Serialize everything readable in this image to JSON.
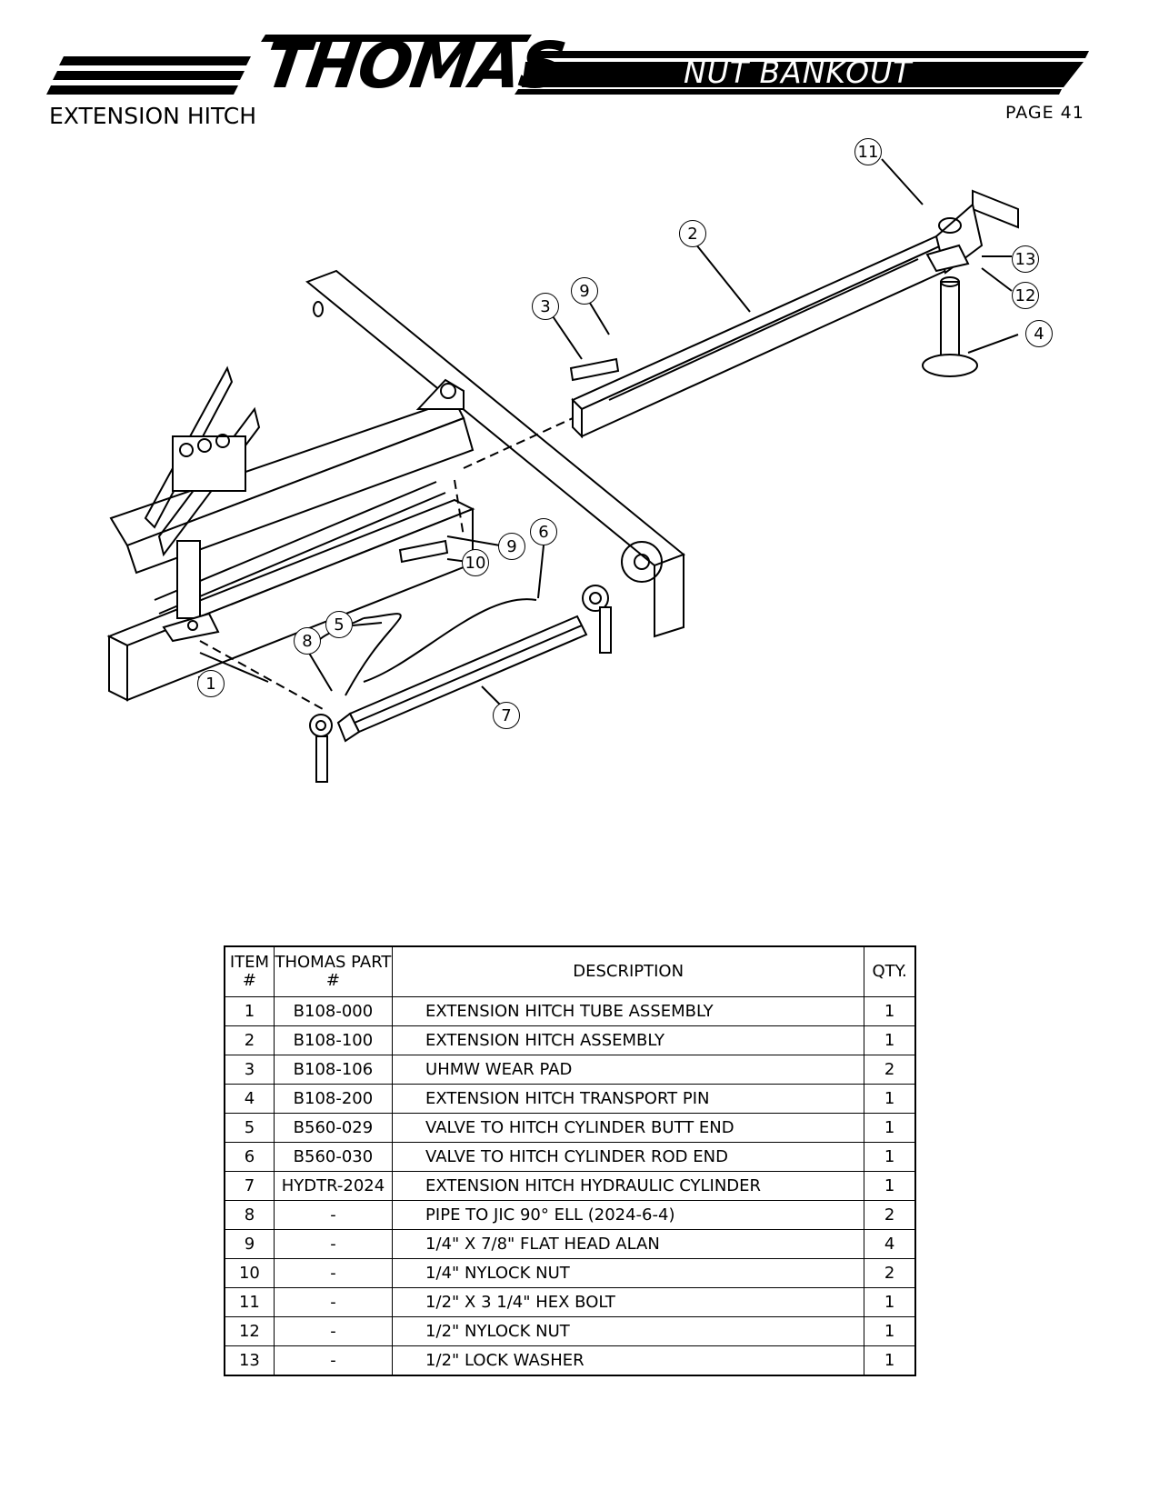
{
  "header": {
    "brand": "THOMAS",
    "subtitle": "NUT BANKOUT",
    "section_title": "EXTENSION HITCH",
    "page": "PAGE 41"
  },
  "callouts": [
    "1",
    "2",
    "3",
    "4",
    "5",
    "6",
    "7",
    "8",
    "9",
    "9",
    "10",
    "11",
    "12",
    "13"
  ],
  "parts_table": {
    "headers": {
      "item": "ITEM #",
      "part": "THOMAS PART #",
      "description": "DESCRIPTION",
      "qty": "QTY."
    },
    "rows": [
      {
        "item": "1",
        "part": "B108-000",
        "description": "EXTENSION HITCH TUBE ASSEMBLY",
        "qty": "1"
      },
      {
        "item": "2",
        "part": "B108-100",
        "description": "EXTENSION HITCH ASSEMBLY",
        "qty": "1"
      },
      {
        "item": "3",
        "part": "B108-106",
        "description": "UHMW WEAR PAD",
        "qty": "2"
      },
      {
        "item": "4",
        "part": "B108-200",
        "description": "EXTENSION HITCH TRANSPORT PIN",
        "qty": "1"
      },
      {
        "item": "5",
        "part": "B560-029",
        "description": "VALVE TO HITCH CYLINDER BUTT END",
        "qty": "1"
      },
      {
        "item": "6",
        "part": "B560-030",
        "description": "VALVE TO HITCH CYLINDER ROD END",
        "qty": "1"
      },
      {
        "item": "7",
        "part": "HYDTR-2024",
        "description": "EXTENSION HITCH HYDRAULIC CYLINDER",
        "qty": "1"
      },
      {
        "item": "8",
        "part": "-",
        "description": "PIPE TO JIC 90° ELL (2024-6-4)",
        "qty": "2"
      },
      {
        "item": "9",
        "part": "-",
        "description": "1/4\" X 7/8\" FLAT HEAD ALAN",
        "qty": "4"
      },
      {
        "item": "10",
        "part": "-",
        "description": "1/4\" NYLOCK NUT",
        "qty": "2"
      },
      {
        "item": "11",
        "part": "-",
        "description": "1/2\" X 3 1/4\" HEX BOLT",
        "qty": "1"
      },
      {
        "item": "12",
        "part": "-",
        "description": "1/2\" NYLOCK NUT",
        "qty": "1"
      },
      {
        "item": "13",
        "part": "-",
        "description": "1/2\" LOCK WASHER",
        "qty": "1"
      }
    ]
  }
}
